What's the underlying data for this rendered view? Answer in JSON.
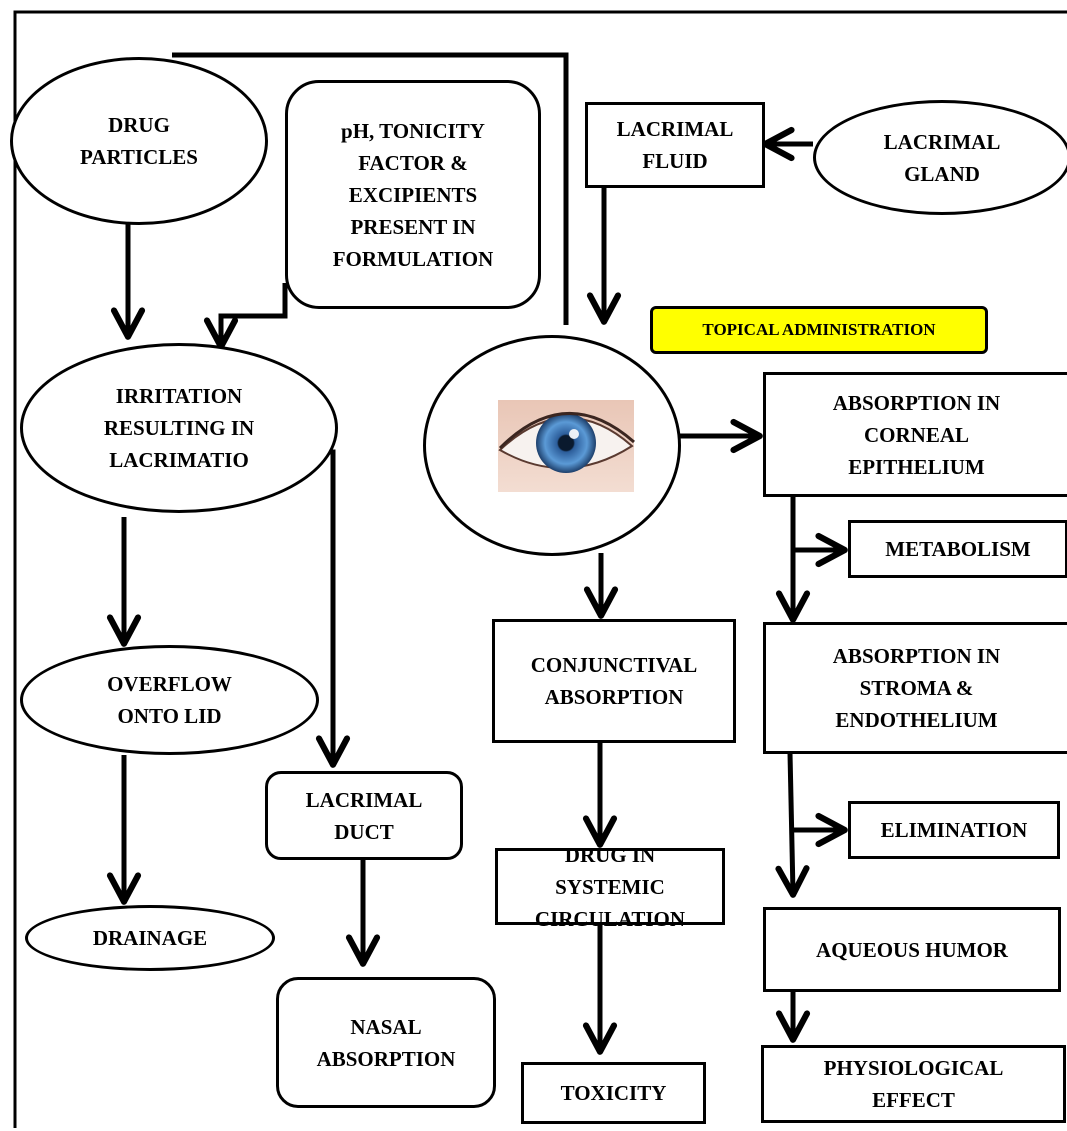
{
  "colors": {
    "stroke": "#000000",
    "background": "#ffffff",
    "highlight": "#ffff00",
    "iris": "#3d7fc4",
    "pupil": "#0a1a2e",
    "skin": "#e8c3b2"
  },
  "nodes": {
    "drug_particles": "DRUG\nPARTICLES",
    "ph_tonicity": "pH, TONICITY\nFACTOR &\nEXCIPIENTS\nPRESENT IN\nFORMULATION",
    "lacrimal_fluid": "LACRIMAL\nFLUID",
    "lacrimal_gland": "LACRIMAL\nGLAND",
    "topical_administration": "TOPICAL ADMINISTRATION",
    "irritation": "IRRITATION\nRESULTING IN\nLACRIMATIO",
    "eye": "eye-icon",
    "absorption_corneal": "ABSORPTION IN\nCORNEAL\nEPITHELIUM",
    "metabolism": "METABOLISM",
    "overflow": "OVERFLOW\nONTO LID",
    "conjunctival": "CONJUNCTIVAL\nABSORPTION",
    "absorption_stroma": "ABSORPTION IN\nSTROMA &\nENDOTHELIUM",
    "lacrimal_duct": "LACRIMAL\nDUCT",
    "elimination": "ELIMINATION",
    "drainage": "DRAINAGE",
    "drug_systemic": "DRUG IN\nSYSTEMIC\nCIRCULATION",
    "aqueous_humor": "AQUEOUS HUMOR",
    "nasal_absorption": "NASAL\nABSORPTION",
    "toxicity": "TOXICITY",
    "physiological_effect": "PHYSIOLOGICAL\nEFFECT"
  }
}
